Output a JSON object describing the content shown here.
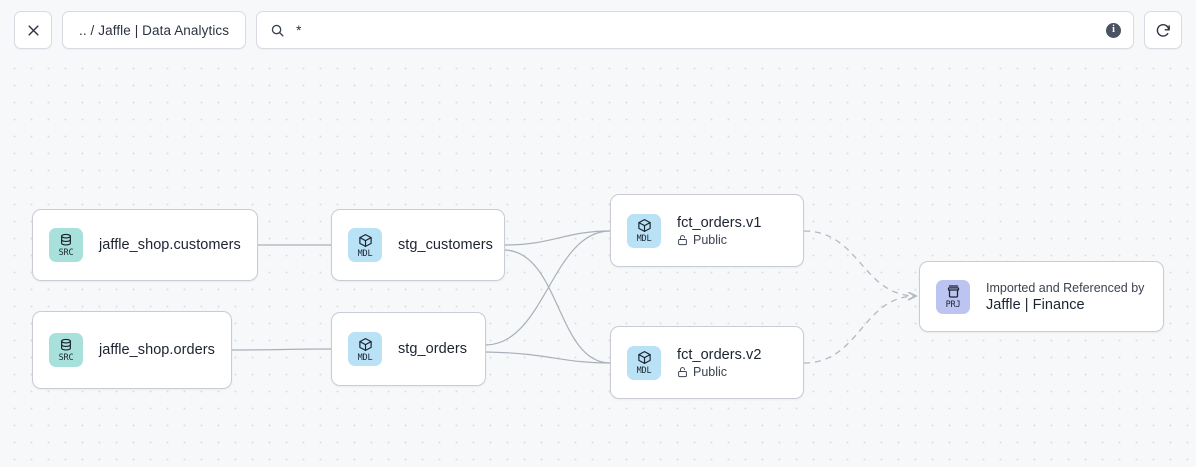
{
  "toolbar": {
    "close_label": "✕",
    "close_icon": "close-icon",
    "breadcrumb": ".. / Jaffle | Data Analytics",
    "search_icon": "search-icon",
    "search_value": "*",
    "search_placeholder": "Search",
    "info_label": "i",
    "info_icon": "info-icon",
    "refresh_icon": "refresh-icon"
  },
  "graph": {
    "nodes": [
      {
        "id": "jaffle_shop.customers",
        "badge": "SRC",
        "badge_icon": "database-icon",
        "title": "jaffle_shop.customers",
        "kicker": "",
        "subtitle": "",
        "subtitle_icon": ""
      },
      {
        "id": "jaffle_shop.orders",
        "badge": "SRC",
        "badge_icon": "database-icon",
        "title": "jaffle_shop.orders",
        "kicker": "",
        "subtitle": "",
        "subtitle_icon": ""
      },
      {
        "id": "stg_customers",
        "badge": "MDL",
        "badge_icon": "cube-icon",
        "title": "stg_customers",
        "kicker": "",
        "subtitle": "",
        "subtitle_icon": ""
      },
      {
        "id": "stg_orders",
        "badge": "MDL",
        "badge_icon": "cube-icon",
        "title": "stg_orders",
        "kicker": "",
        "subtitle": "",
        "subtitle_icon": ""
      },
      {
        "id": "fct_orders.v1",
        "badge": "MDL",
        "badge_icon": "cube-icon",
        "title": "fct_orders.v1",
        "kicker": "",
        "subtitle": "Public",
        "subtitle_icon": "unlock-icon"
      },
      {
        "id": "fct_orders.v2",
        "badge": "MDL",
        "badge_icon": "cube-icon",
        "title": "fct_orders.v2",
        "kicker": "",
        "subtitle": "Public",
        "subtitle_icon": "unlock-icon"
      },
      {
        "id": "jaffle_finance_project",
        "badge": "PRJ",
        "badge_icon": "package-icon",
        "title": "Jaffle | Finance",
        "kicker": "Imported and Referenced by",
        "subtitle": "",
        "subtitle_icon": ""
      }
    ],
    "edges": [
      {
        "from": "jaffle_shop.customers",
        "to": "stg_customers",
        "style": "solid"
      },
      {
        "from": "jaffle_shop.orders",
        "to": "stg_orders",
        "style": "solid"
      },
      {
        "from": "stg_customers",
        "to": "fct_orders.v1",
        "style": "solid"
      },
      {
        "from": "stg_customers",
        "to": "fct_orders.v2",
        "style": "solid"
      },
      {
        "from": "stg_orders",
        "to": "fct_orders.v1",
        "style": "solid"
      },
      {
        "from": "stg_orders",
        "to": "fct_orders.v2",
        "style": "solid"
      },
      {
        "from": "fct_orders.v1",
        "to": "jaffle_finance_project",
        "style": "dashed"
      },
      {
        "from": "fct_orders.v2",
        "to": "jaffle_finance_project",
        "style": "dashed"
      }
    ]
  },
  "colors": {
    "canvas_bg": "#f7f8fa",
    "grid_dot": "#dcdfe6",
    "node_bg": "#ffffff",
    "node_border": "#c9ccd4",
    "badge_src": "#a8e0dc",
    "badge_mdl": "#b9e2f6",
    "badge_prj": "#bcc4f2",
    "edge": "#aab0ba",
    "text": "#1c2330"
  }
}
